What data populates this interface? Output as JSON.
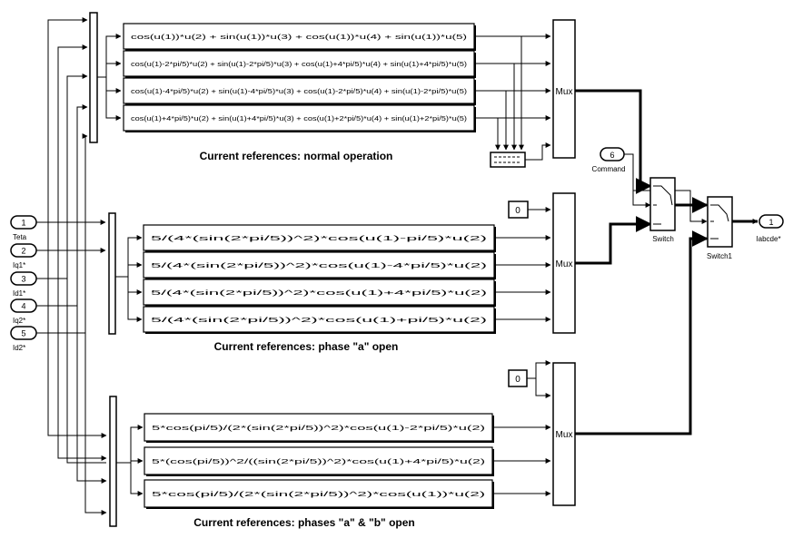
{
  "inports": [
    {
      "num": "1",
      "label": "Teta"
    },
    {
      "num": "2",
      "label": "Iq1*"
    },
    {
      "num": "3",
      "label": "Id1*"
    },
    {
      "num": "4",
      "label": "Iq2*"
    },
    {
      "num": "5",
      "label": "Id2*"
    }
  ],
  "command": {
    "num": "6",
    "label": "Command"
  },
  "outport": {
    "num": "1",
    "label": "Iabcde*"
  },
  "groups": [
    {
      "title": "Current references: normal operation",
      "fcns": [
        "cos(u(1))*u(2) + sin(u(1))*u(3) + cos(u(1))*u(4) + sin(u(1))*u(5)",
        "cos(u(1)-2*pi/5)*u(2) + sin(u(1)-2*pi/5)*u(3) + cos(u(1)+4*pi/5)*u(4) + sin(u(1)+4*pi/5)*u(5)",
        "cos(u(1)-4*pi/5)*u(2) + sin(u(1)-4*pi/5)*u(3) + cos(u(1)-2*pi/5)*u(4) + sin(u(1)-2*pi/5)*u(5)",
        "cos(u(1)+4*pi/5)*u(2) + sin(u(1)+4*pi/5)*u(3) + cos(u(1)+2*pi/5)*u(4) + sin(u(1)+2*pi/5)*u(5)"
      ]
    },
    {
      "title": "Current references: phase \"a\" open",
      "fcns": [
        "5/(4*(sin(2*pi/5))^2)*cos(u(1)-pi/5)*u(2)",
        "5/(4*(sin(2*pi/5))^2)*cos(u(1)-4*pi/5)*u(2)",
        "5/(4*(sin(2*pi/5))^2)*cos(u(1)+4*pi/5)*u(2)",
        "5/(4*(sin(2*pi/5))^2)*cos(u(1)+pi/5)*u(2)"
      ]
    },
    {
      "title": "Current references: phases \"a\" & \"b\" open",
      "fcns": [
        "5*cos(pi/5)/(2*(sin(2*pi/5))^2)*cos(u(1)-2*pi/5)*u(2)",
        "5*(cos(pi/5))^2/((sin(2*pi/5))^2)*cos(u(1)+4*pi/5)*u(2)",
        "5*cos(pi/5)/(2*(sin(2*pi/5))^2)*cos(u(1))*u(2)"
      ]
    }
  ],
  "mux_label": "Mux",
  "constants": [
    "0",
    "0"
  ],
  "switches": [
    "Switch",
    "Switch1"
  ]
}
